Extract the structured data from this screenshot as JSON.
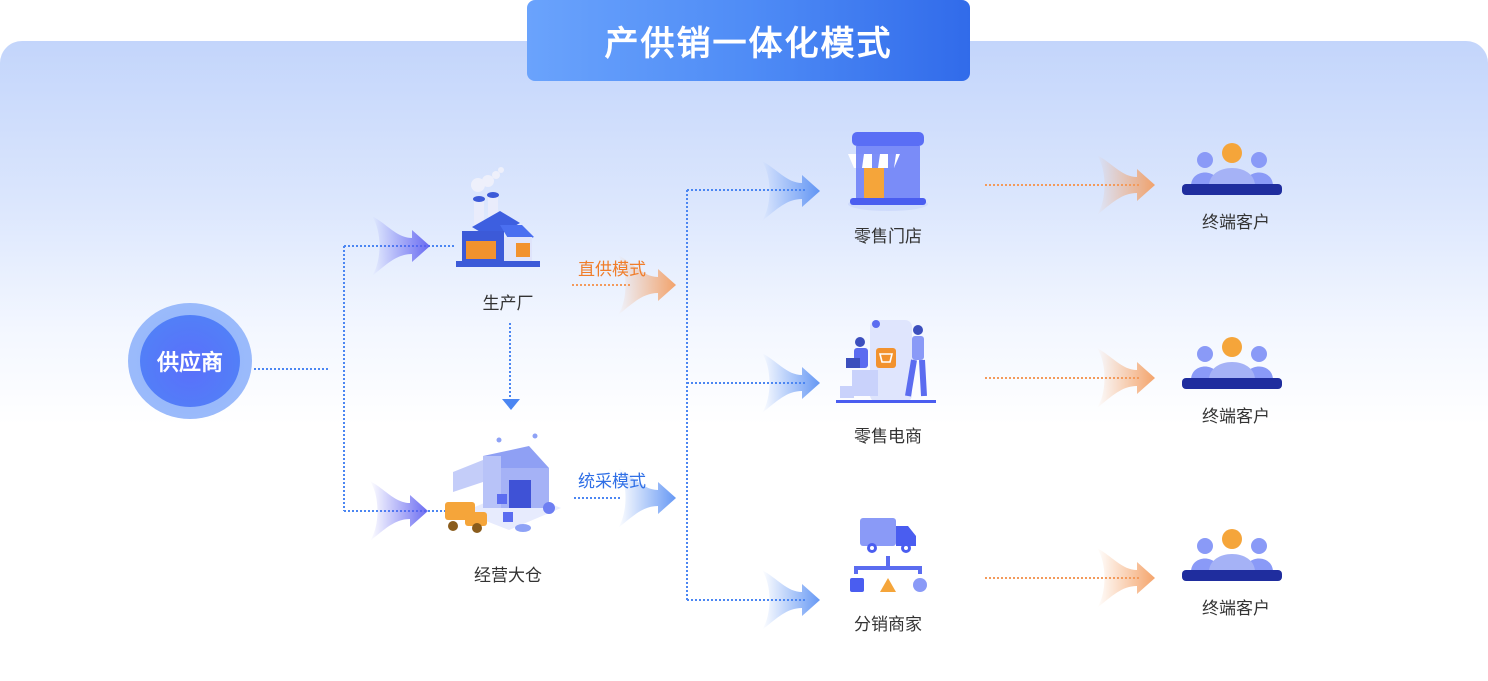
{
  "title": "产供销一体化模式",
  "supplier": {
    "label": "供应商"
  },
  "nodes": {
    "factory": {
      "label": "生产厂",
      "icon": "factory-icon"
    },
    "warehouse": {
      "label": "经营大仓",
      "icon": "warehouse-icon"
    },
    "retail_store": {
      "label": "零售门店",
      "icon": "storefront-icon"
    },
    "retail_ecommerce": {
      "label": "零售电商",
      "icon": "ecommerce-icon"
    },
    "distributor": {
      "label": "分销商家",
      "icon": "delivery-truck-icon"
    }
  },
  "modes": {
    "direct": {
      "label": "直供模式",
      "color": "#f07d2a"
    },
    "unified": {
      "label": "统采模式",
      "color": "#2f6fe6"
    }
  },
  "customers": [
    {
      "label": "终端客户"
    },
    {
      "label": "终端客户"
    },
    {
      "label": "终端客户"
    }
  ],
  "colors": {
    "blue_flow": "#4b86f2",
    "orange_flow": "#f39a5b",
    "accent_orange": "#f5a53a"
  }
}
